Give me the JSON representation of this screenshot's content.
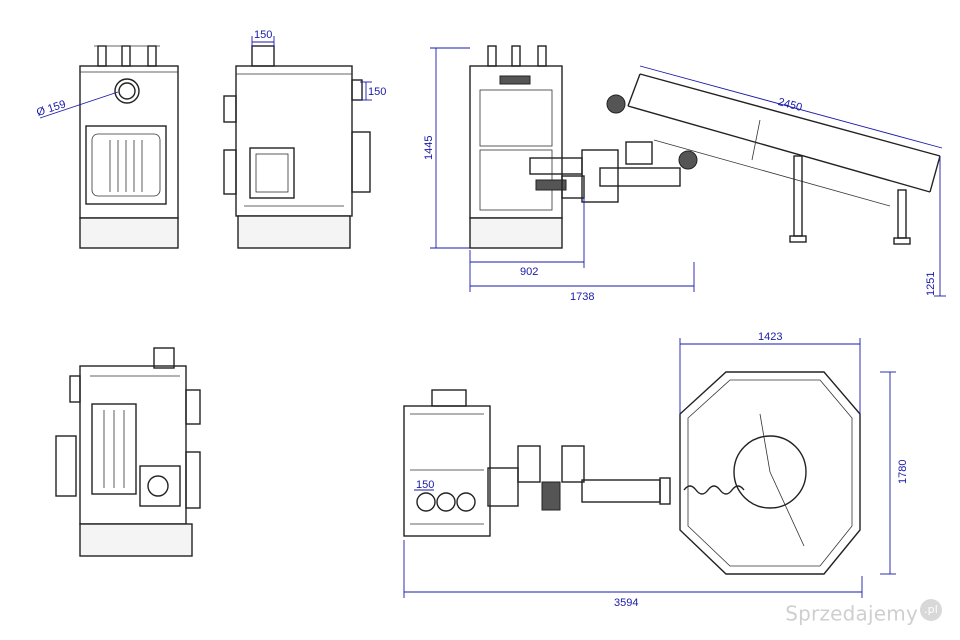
{
  "dimensions": {
    "d159": "Ø 159",
    "w150_top": "150",
    "h150_side": "150",
    "h1445": "1445",
    "l2450": "2450",
    "l902": "902",
    "l1738": "1738",
    "h1251": "1251",
    "w1423": "1423",
    "h1780": "1780",
    "l150_plan": "150",
    "l3594": "3594"
  },
  "watermark": {
    "text": "Sprzedajemy",
    "badge": ".pl"
  },
  "colors": {
    "line": "#222222",
    "dimension": "#1a1aa8",
    "background": "#ffffff"
  }
}
